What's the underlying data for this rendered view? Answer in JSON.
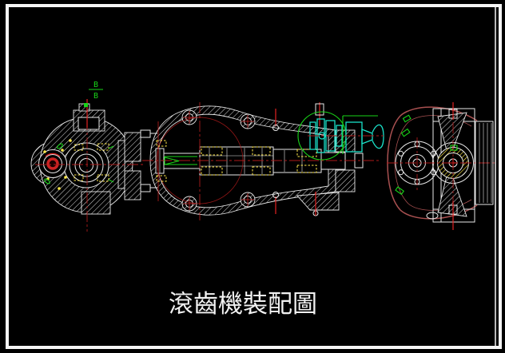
{
  "title": {
    "text": "滾齒機裝配圖"
  },
  "section_marker": {
    "top_label": "B",
    "bottom_label": "B"
  },
  "colors": {
    "background": "#000000",
    "frame": "#f5f5f5",
    "outline": "#e8e8e8",
    "centerline": "#ab1a1a",
    "centerline_bright": "#e32222",
    "bearing_yellow": "#ffe94a",
    "accent_green": "#18d418",
    "handwheel_cyan": "#1ae0c8",
    "bracket_maroon": "#a85050"
  }
}
